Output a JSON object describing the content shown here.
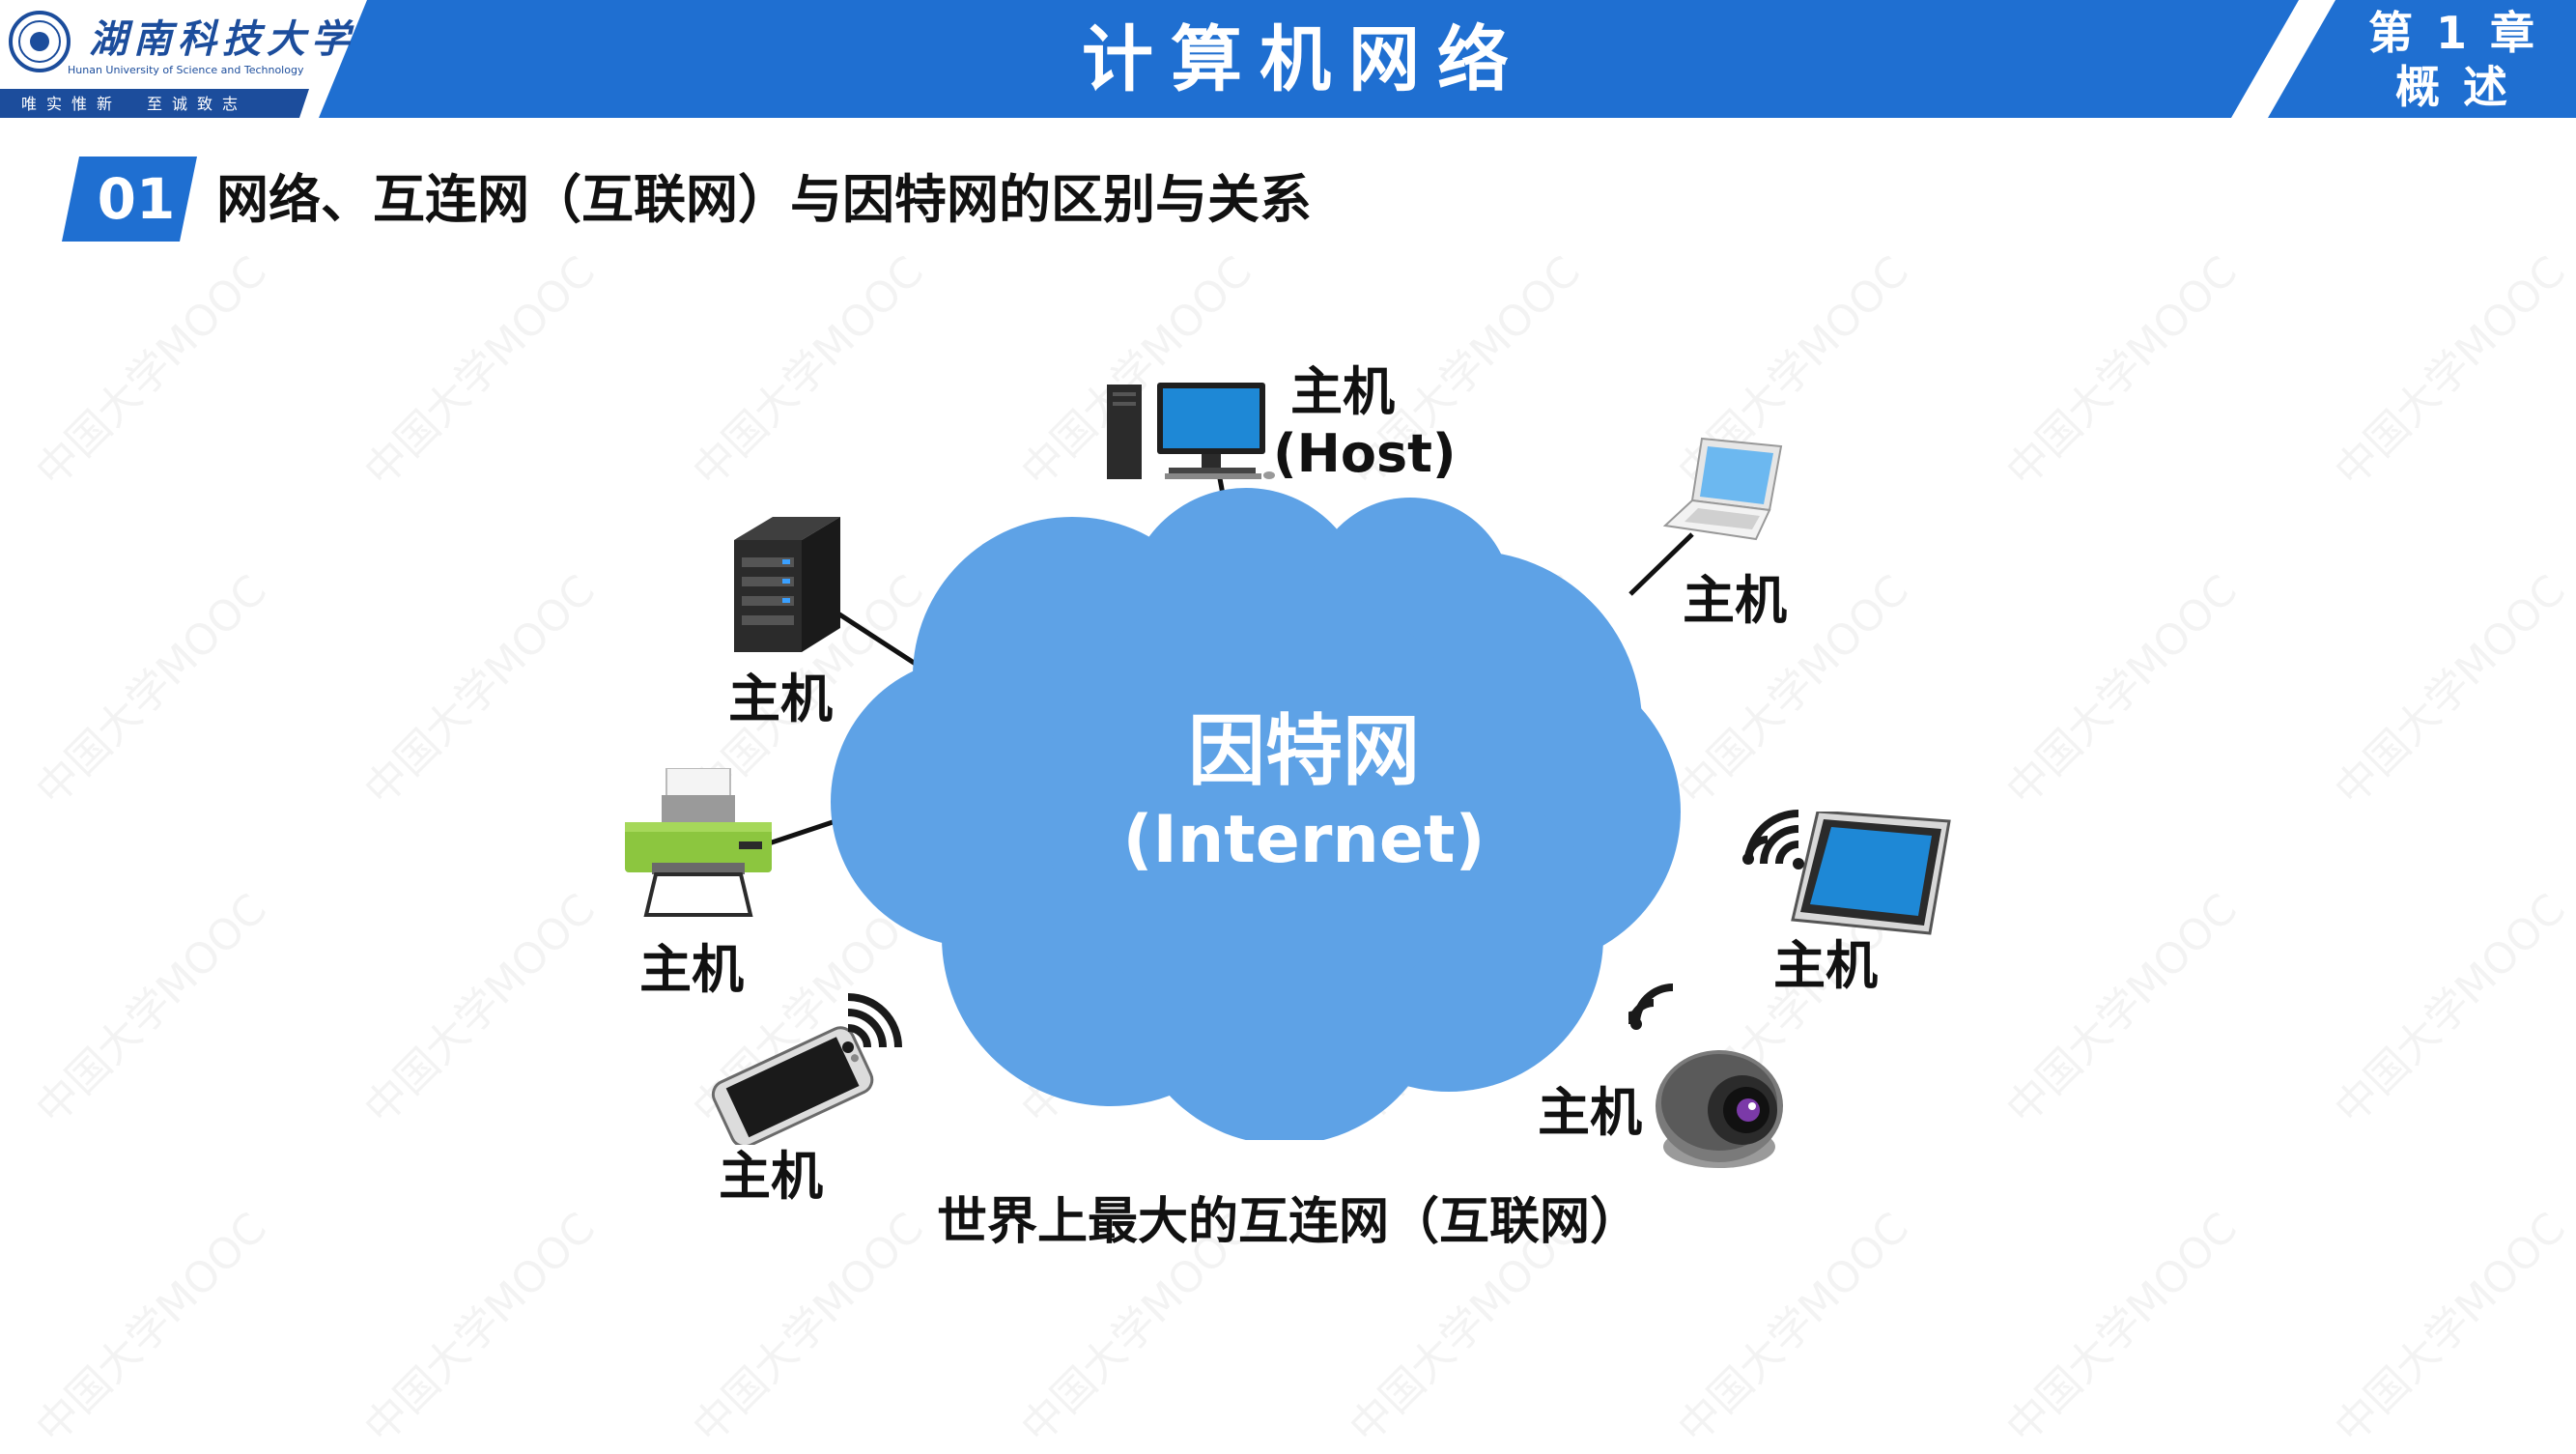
{
  "header": {
    "university_name": "湖南科技大学",
    "university_name_en": "Hunan University of Science and Technology",
    "motto": "唯实惟新　至诚致志",
    "course_title": "计算机网络",
    "chapter_line1": "第 1 章",
    "chapter_line2": "概 述"
  },
  "section": {
    "number": "01",
    "title": "网络、互连网（互联网）与因特网的区别与关系"
  },
  "diagram": {
    "cloud_label_cn": "因特网",
    "cloud_label_en": "(Internet)",
    "caption": "世界上最大的互连网（互联网）",
    "hosts": {
      "desktop_label": "主机",
      "desktop_label_en": "(Host)",
      "server_label": "主机",
      "printer_label": "主机",
      "phone_label": "主机",
      "laptop_label": "主机",
      "tablet_label": "主机",
      "camera_label": "主机"
    }
  },
  "watermark_text": "中国大学MOOC",
  "colors": {
    "header_blue": "#1f6fd1",
    "cloud_blue": "#5ea2e6",
    "text_dark": "#111111"
  }
}
